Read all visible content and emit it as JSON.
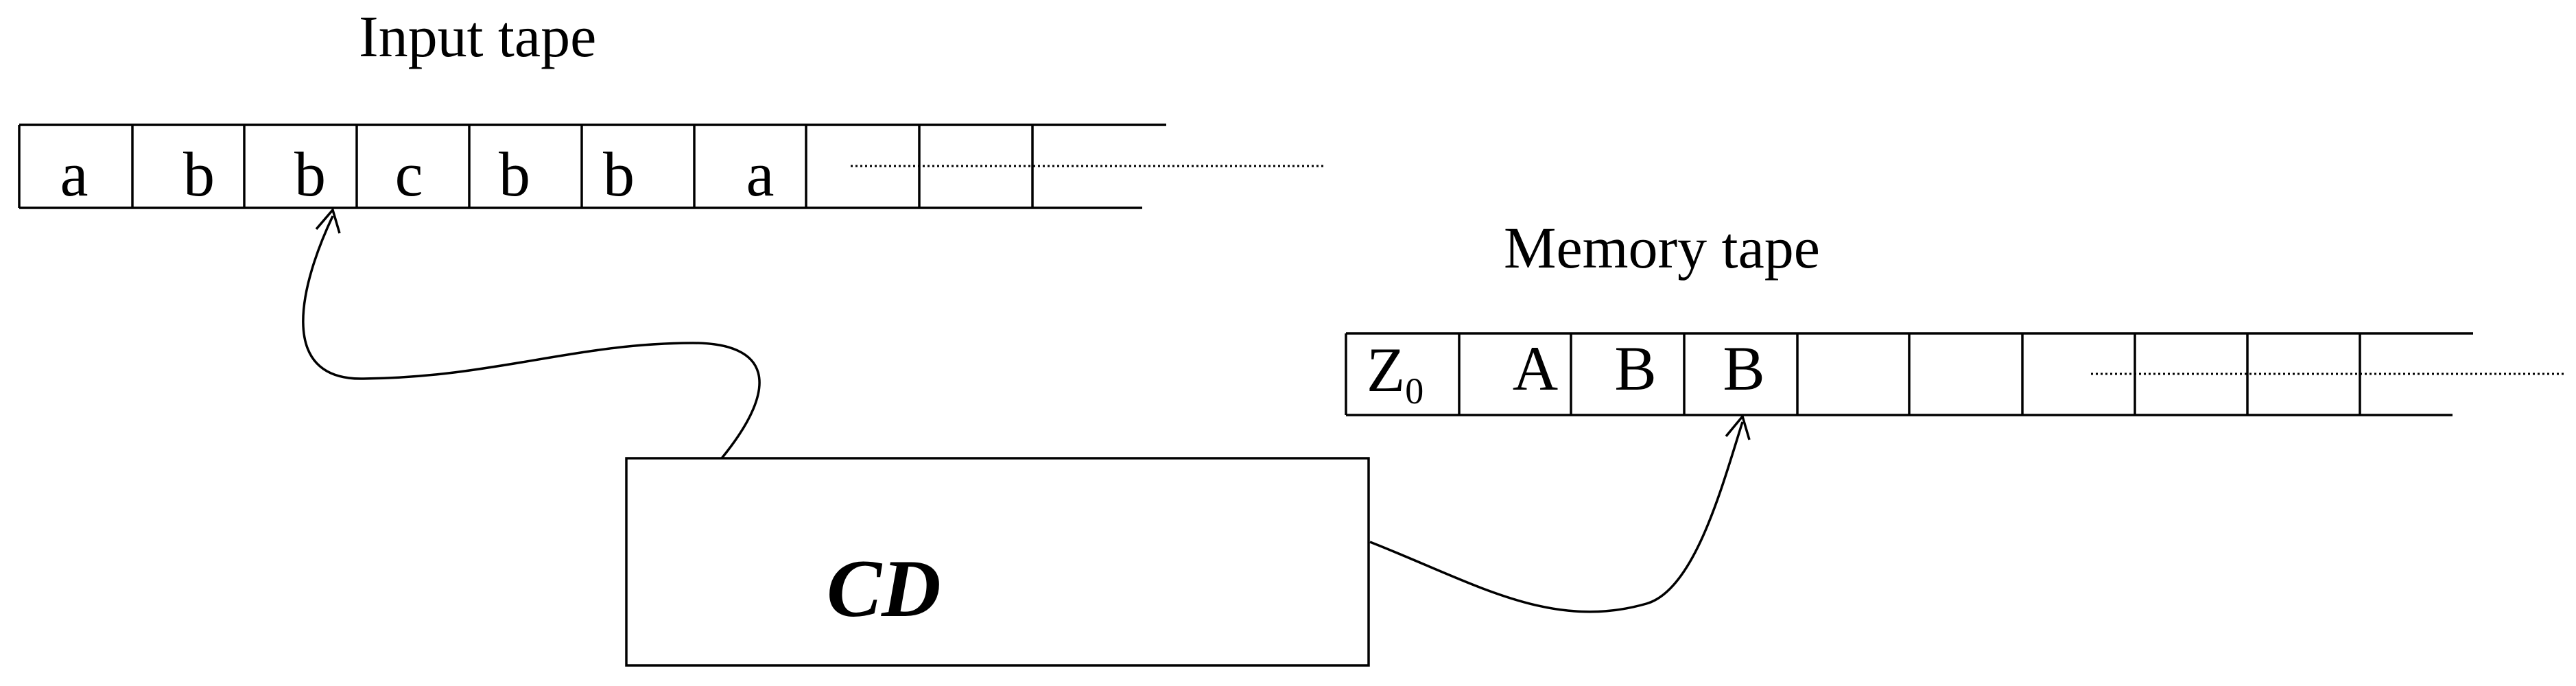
{
  "input_tape": {
    "title": "Input tape",
    "cells": [
      "a",
      "b",
      "b",
      "c",
      "b",
      "b",
      "a",
      "",
      "",
      ""
    ]
  },
  "memory_tape": {
    "title": "Memory tape",
    "bottom_symbol": {
      "main": "Z",
      "sub": "0"
    },
    "cells": [
      "A",
      "B",
      "B",
      "",
      "",
      "",
      "",
      "",
      "",
      ""
    ]
  },
  "control_device": {
    "label": "CD"
  }
}
